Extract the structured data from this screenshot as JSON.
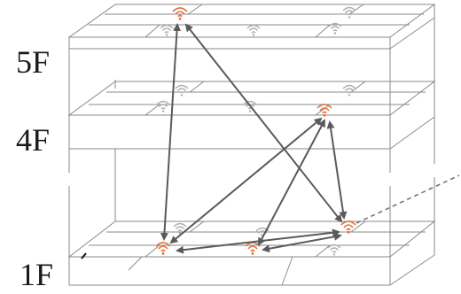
{
  "floors": [
    {
      "label": "5F"
    },
    {
      "label": "4F"
    },
    {
      "label": "1F"
    }
  ],
  "colors": {
    "structure": "#8a8a8a",
    "arrow": "#5a5a5a",
    "wifi_active": "#e0703a",
    "wifi_inactive": "#b0b0b0",
    "dashed_link": "#777777"
  },
  "icons": {
    "active_access_point": "wifi-icon-orange",
    "inactive_access_point": "wifi-icon-gray"
  }
}
